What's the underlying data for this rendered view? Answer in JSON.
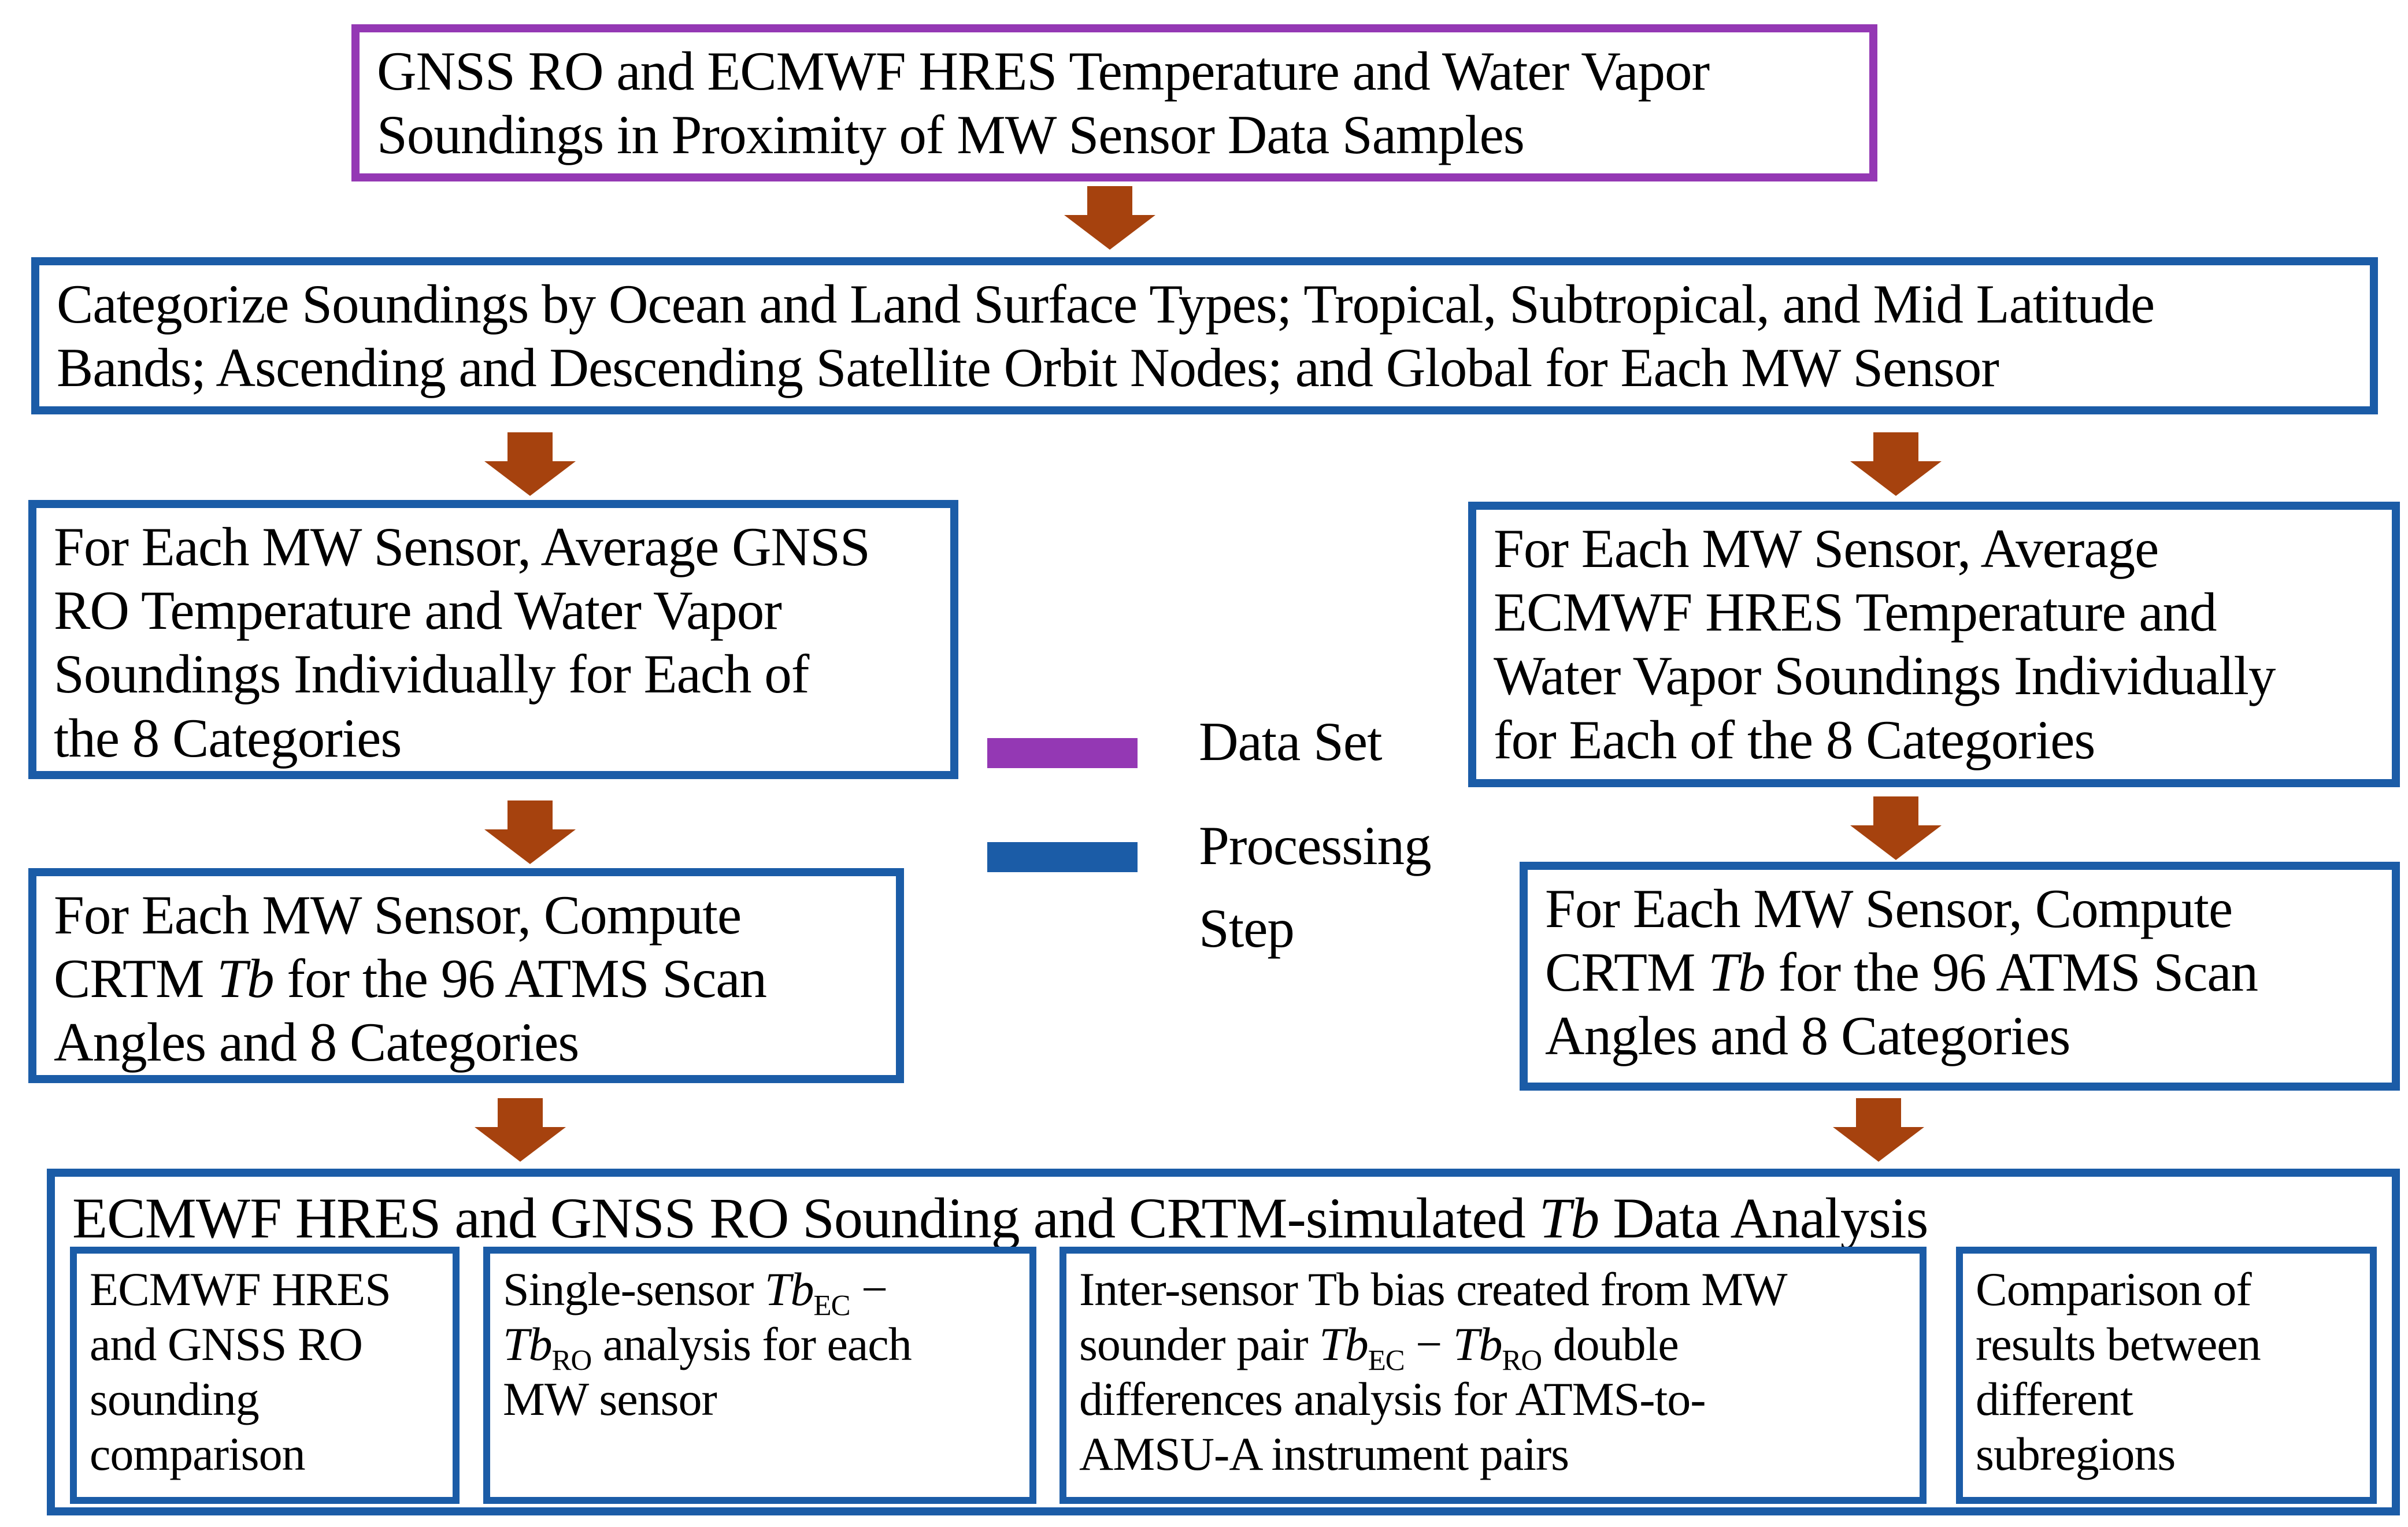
{
  "colors": {
    "data_set": "#9438B4",
    "processing_step": "#1B5CA7",
    "arrow": "#A6420E",
    "text": "#000000",
    "background": "#FFFFFF"
  },
  "legend": {
    "data_set_label": "Data Set",
    "processing_step_label": "Processing\nStep"
  },
  "flow": {
    "top_box": "GNSS RO and ECMWF HRES Temperature and Water Vapor\nSoundings in Proximity of MW Sensor Data Samples",
    "categorize_box": "Categorize Soundings by Ocean and Land Surface Types; Tropical, Subtropical, and Mid Latitude\nBands; Ascending and Descending Satellite Orbit Nodes; and Global for Each MW Sensor",
    "average_ro_box": "For Each MW Sensor, Average GNSS\nRO Temperature and Water Vapor\nSoundings Individually for Each of\nthe 8 Categories",
    "average_ec_box": "For Each MW Sensor, Average\nECMWF HRES Temperature and\nWater Vapor Soundings Individually\nfor Each of the 8 Categories",
    "compute_left": {
      "pre": "For Each MW Sensor, Compute\nCRTM ",
      "tb": "Tb",
      "post": " for the 96 ATMS Scan\nAngles and 8 Categories"
    },
    "compute_right": {
      "pre": "For Each MW Sensor, Compute\nCRTM ",
      "tb": "Tb",
      "post": " for the 96 ATMS Scan\nAngles and 8 Categories"
    }
  },
  "analysis": {
    "title": {
      "pre": "ECMWF HRES and GNSS RO Sounding and CRTM-simulated ",
      "tb": "Tb",
      "post": " Data Analysis"
    },
    "sub1": "ECMWF HRES\nand GNSS RO\nsounding\ncomparison",
    "sub2": {
      "p1": "Single-sensor ",
      "tb1": "Tb",
      "sub1": "EC",
      "p2": " −\n",
      "tb2": "Tb",
      "sub2": "RO",
      "p3": " analysis for each\nMW sensor"
    },
    "sub3": {
      "p1": "Inter-sensor Tb bias created from MW\nsounder pair ",
      "tb1": "Tb",
      "sub1": "EC",
      "p2": " − ",
      "tb2": "Tb",
      "sub2": "RO",
      "p3": " double\ndifferences analysis for ATMS-to-\nAMSU-A instrument pairs"
    },
    "sub4": "Comparison of\nresults between\ndifferent\nsubregions"
  }
}
